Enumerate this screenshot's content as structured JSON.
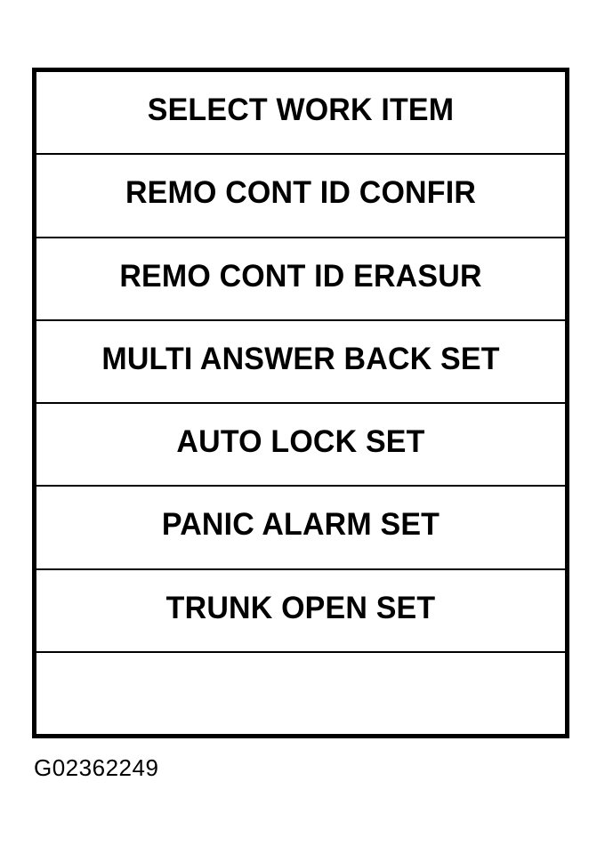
{
  "figure": {
    "caption": "G02362249",
    "background_color": "#ffffff",
    "line_color": "#000000"
  },
  "menu": {
    "title": "SELECT WORK ITEM",
    "rows": [
      {
        "label": "SELECT WORK ITEM",
        "is_header": true,
        "empty": false
      },
      {
        "label": "REMO CONT ID CONFIR",
        "is_header": false,
        "empty": false
      },
      {
        "label": "REMO CONT ID ERASUR",
        "is_header": false,
        "empty": false
      },
      {
        "label": "MULTI ANSWER BACK SET",
        "is_header": false,
        "empty": false
      },
      {
        "label": "AUTO LOCK SET",
        "is_header": false,
        "empty": false
      },
      {
        "label": "PANIC ALARM SET",
        "is_header": false,
        "empty": false
      },
      {
        "label": "TRUNK OPEN SET",
        "is_header": false,
        "empty": false
      },
      {
        "label": "",
        "is_header": false,
        "empty": true
      }
    ]
  }
}
